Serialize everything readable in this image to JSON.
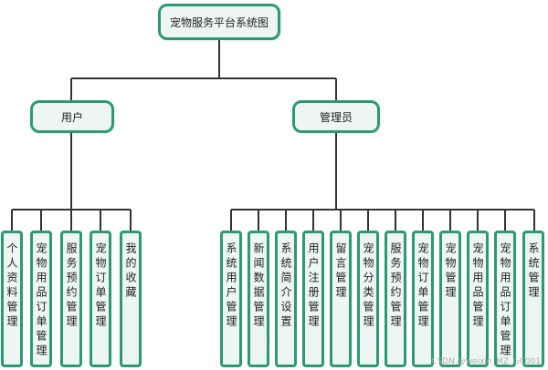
{
  "root": {
    "label": "宠物服务平台系统图"
  },
  "branches": [
    {
      "label": "用户",
      "children": [
        "个人资料管理",
        "宠物用品订单管理",
        "服务预约管理",
        "宠物订单管理",
        "我的收藏"
      ]
    },
    {
      "label": "管理员",
      "children": [
        "系统用户管理",
        "新闻数据管理",
        "系统简介设置",
        "用户注册管理",
        "留言管理",
        "宠物分类管理",
        "服务预约管理",
        "宠物订单管理",
        "宠物管理",
        "宠物用品管理",
        "宠物用品订单管理",
        "系统管理"
      ]
    }
  ],
  "watermark": "CSDN @weixin_MZ_GC001",
  "colors": {
    "border": "#2a9a74",
    "fill": "#eef6f1",
    "line": "#333333"
  }
}
